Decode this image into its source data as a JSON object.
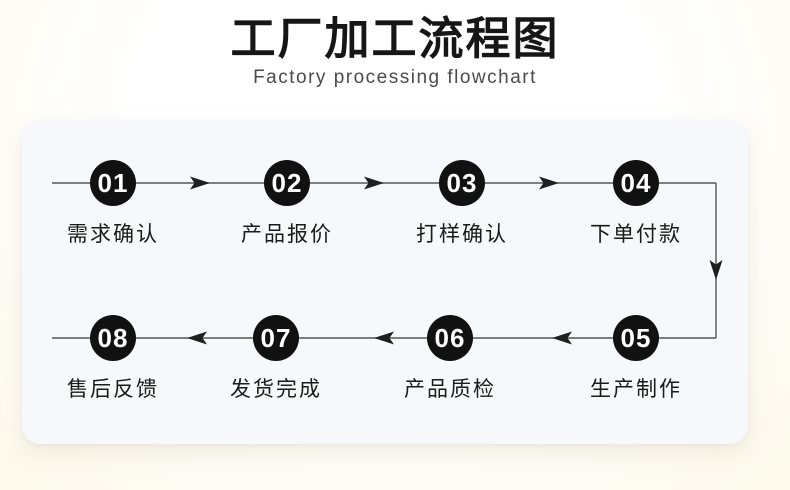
{
  "header": {
    "title": "工厂加工流程图",
    "subtitle": "Factory processing flowchart"
  },
  "flowchart": {
    "steps": [
      {
        "num": "01",
        "label": "需求确认"
      },
      {
        "num": "02",
        "label": "产品报价"
      },
      {
        "num": "03",
        "label": "打样确认"
      },
      {
        "num": "04",
        "label": "下单付款"
      },
      {
        "num": "05",
        "label": "生产制作"
      },
      {
        "num": "06",
        "label": "产品质检"
      },
      {
        "num": "07",
        "label": "发货完成"
      },
      {
        "num": "08",
        "label": "售后反馈"
      }
    ]
  },
  "colors": {
    "page_background": "#fdf9ec",
    "card_background": "#f7f8fc",
    "node_fill": "#111111",
    "node_number": "#ffffff",
    "connector_line": "#555555",
    "arrowhead": "#1f1f1f",
    "label_text": "#1a1a1a",
    "title_text": "#161616",
    "subtitle_text": "#4b4b4b"
  }
}
